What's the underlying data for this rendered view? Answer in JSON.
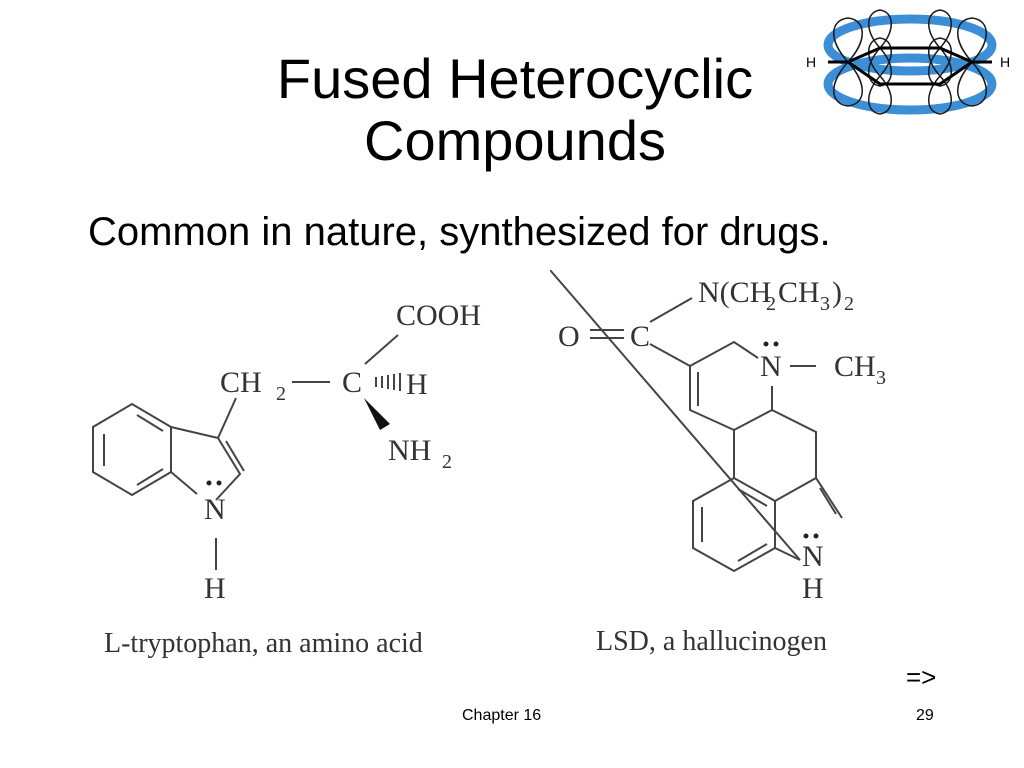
{
  "slide": {
    "title_line1": "Fused Heterocyclic",
    "title_line2": "Compounds",
    "subtitle": "Common in nature, synthesized for drugs.",
    "next_arrow": "=>",
    "footer_chapter": "Chapter 16",
    "page_number": "29"
  },
  "logo": {
    "icon": "benzene-pi-orbital-icon",
    "h_left": "H",
    "h_right": "H",
    "colors": {
      "ring": "#3c8fd6",
      "bonds": "#000000"
    }
  },
  "tryptophan": {
    "caption": "L-tryptophan, an amino acid",
    "ch2": "CH",
    "ch2_sub": "2",
    "c": "C",
    "h": "H",
    "cooh": "COOH",
    "nh2": "NH",
    "nh2_sub": "2",
    "n": "N",
    "nh": "H"
  },
  "lsd": {
    "caption": "LSD, a hallucinogen",
    "amide_n": "N(CH",
    "amide_sub1": "2",
    "amide_mid": "CH",
    "amide_sub2": "3",
    "amide_close": ")",
    "amide_sub3": "2",
    "o": "O",
    "c": "C",
    "n_ring": "N",
    "ch3": "CH",
    "ch3_sub": "3",
    "n_indole": "N",
    "h_indole": "H"
  }
}
